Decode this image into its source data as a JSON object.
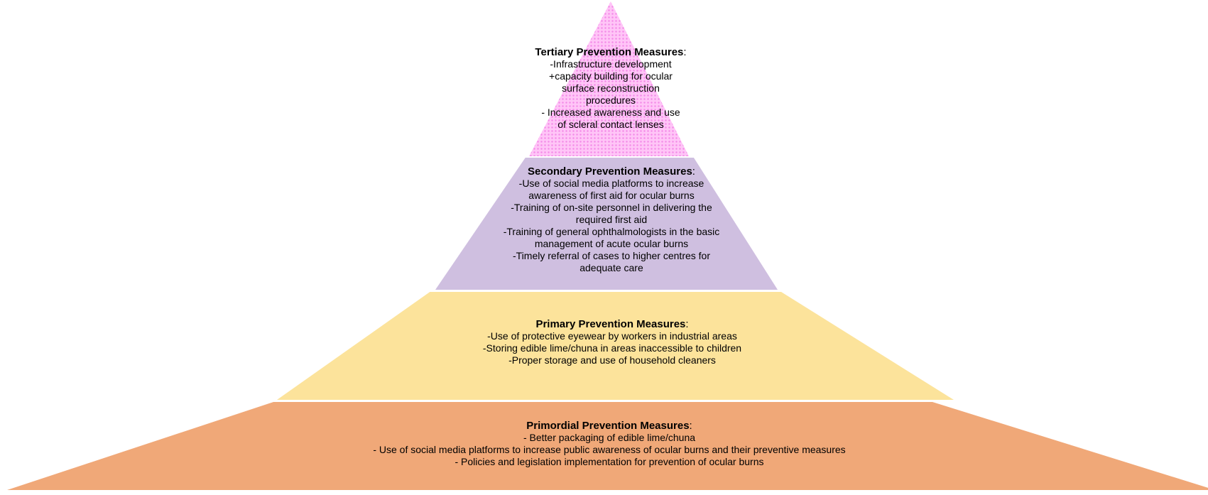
{
  "figure": {
    "type": "pyramid-diagram",
    "subject": "Levels of prevention measures for ocular burns",
    "background_color": "#ffffff",
    "text_color": "#000000"
  },
  "tiers": [
    {
      "id": "tertiary",
      "level": 1,
      "heading": "Tertiary Prevention Measures",
      "heading_suffix": ":",
      "lines": [
        "-Infrastructure development",
        "+capacity building for ocular",
        "surface reconstruction",
        "procedures",
        "- Increased awareness and use",
        "of scleral contact lenses"
      ],
      "color": "#FFC5F7",
      "dot_color": "#F48BE8"
    },
    {
      "id": "secondary",
      "level": 2,
      "heading": "Secondary Prevention Measures",
      "heading_suffix": ":",
      "lines": [
        "-Use of social media platforms to increase",
        "awareness of first aid for ocular burns",
        "-Training of on-site personnel in delivering the",
        "required first aid",
        "-Training of general ophthalmologists in the basic",
        "management of acute ocular burns",
        "-Timely referral of cases to higher centres for",
        "adequate care"
      ],
      "color": "#CFBFE0",
      "dot_color": null
    },
    {
      "id": "primary",
      "level": 3,
      "heading": "Primary Prevention Measures",
      "heading_suffix": ":",
      "lines": [
        "-Use of protective eyewear by workers in industrial areas",
        "-Storing edible lime/chuna in areas inaccessible to children",
        "-Proper storage and use of household cleaners"
      ],
      "color": "#FCE39B",
      "dot_color": null
    },
    {
      "id": "primordial",
      "level": 4,
      "heading": "Primordial Prevention Measures",
      "heading_suffix": ":",
      "lines": [
        "- Better packaging of edible lime/chuna",
        "- Use of social media platforms to increase public awareness of ocular burns and their preventive measures",
        "- Policies and legislation implementation for prevention of ocular burns"
      ],
      "color": "#F0A878",
      "dot_color": null
    }
  ]
}
